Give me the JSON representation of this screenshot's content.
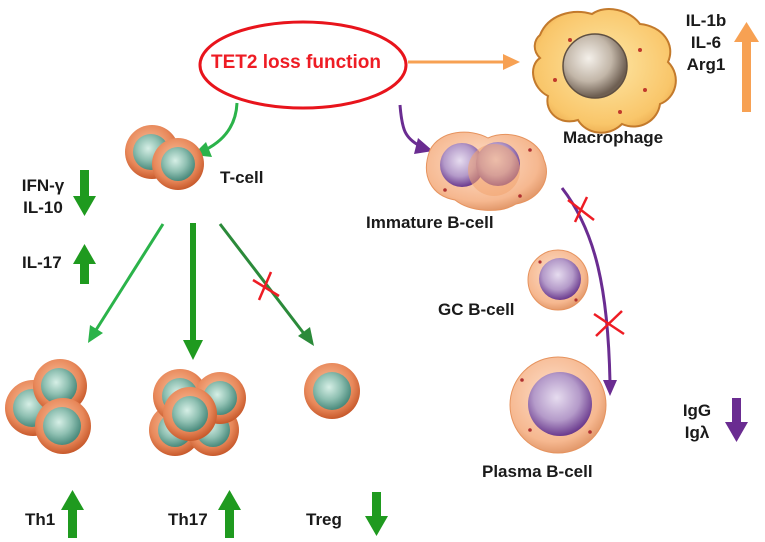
{
  "center": {
    "label": "TET2 loss function"
  },
  "macrophage": {
    "label": "Macrophage",
    "markers": [
      "IL-1b",
      "IL-6",
      "Arg1"
    ],
    "trend": "up",
    "arrow_color": "#f7a153"
  },
  "tcell": {
    "label": "T-cell",
    "markers_down": [
      "IFN-γ",
      "IL-10"
    ],
    "markers_up": [
      "IL-17"
    ]
  },
  "subsets": [
    {
      "label": "Th1",
      "trend": "up"
    },
    {
      "label": "Th17",
      "trend": "up"
    },
    {
      "label": "Treg",
      "trend": "down"
    }
  ],
  "bcells": {
    "immature": "Immature B-cell",
    "gc": "GC B-cell",
    "plasma": "Plasma B-cell",
    "ig_markers": [
      "IgG",
      "Igλ"
    ],
    "ig_trend": "down"
  },
  "colors": {
    "ellipse_stroke": "#e8141c",
    "green": "#2b9a2b",
    "green_arrow": "#1f9a1f",
    "purple": "#6a2c91",
    "orange": "#f7a153",
    "block_x": "#ee1c24"
  }
}
